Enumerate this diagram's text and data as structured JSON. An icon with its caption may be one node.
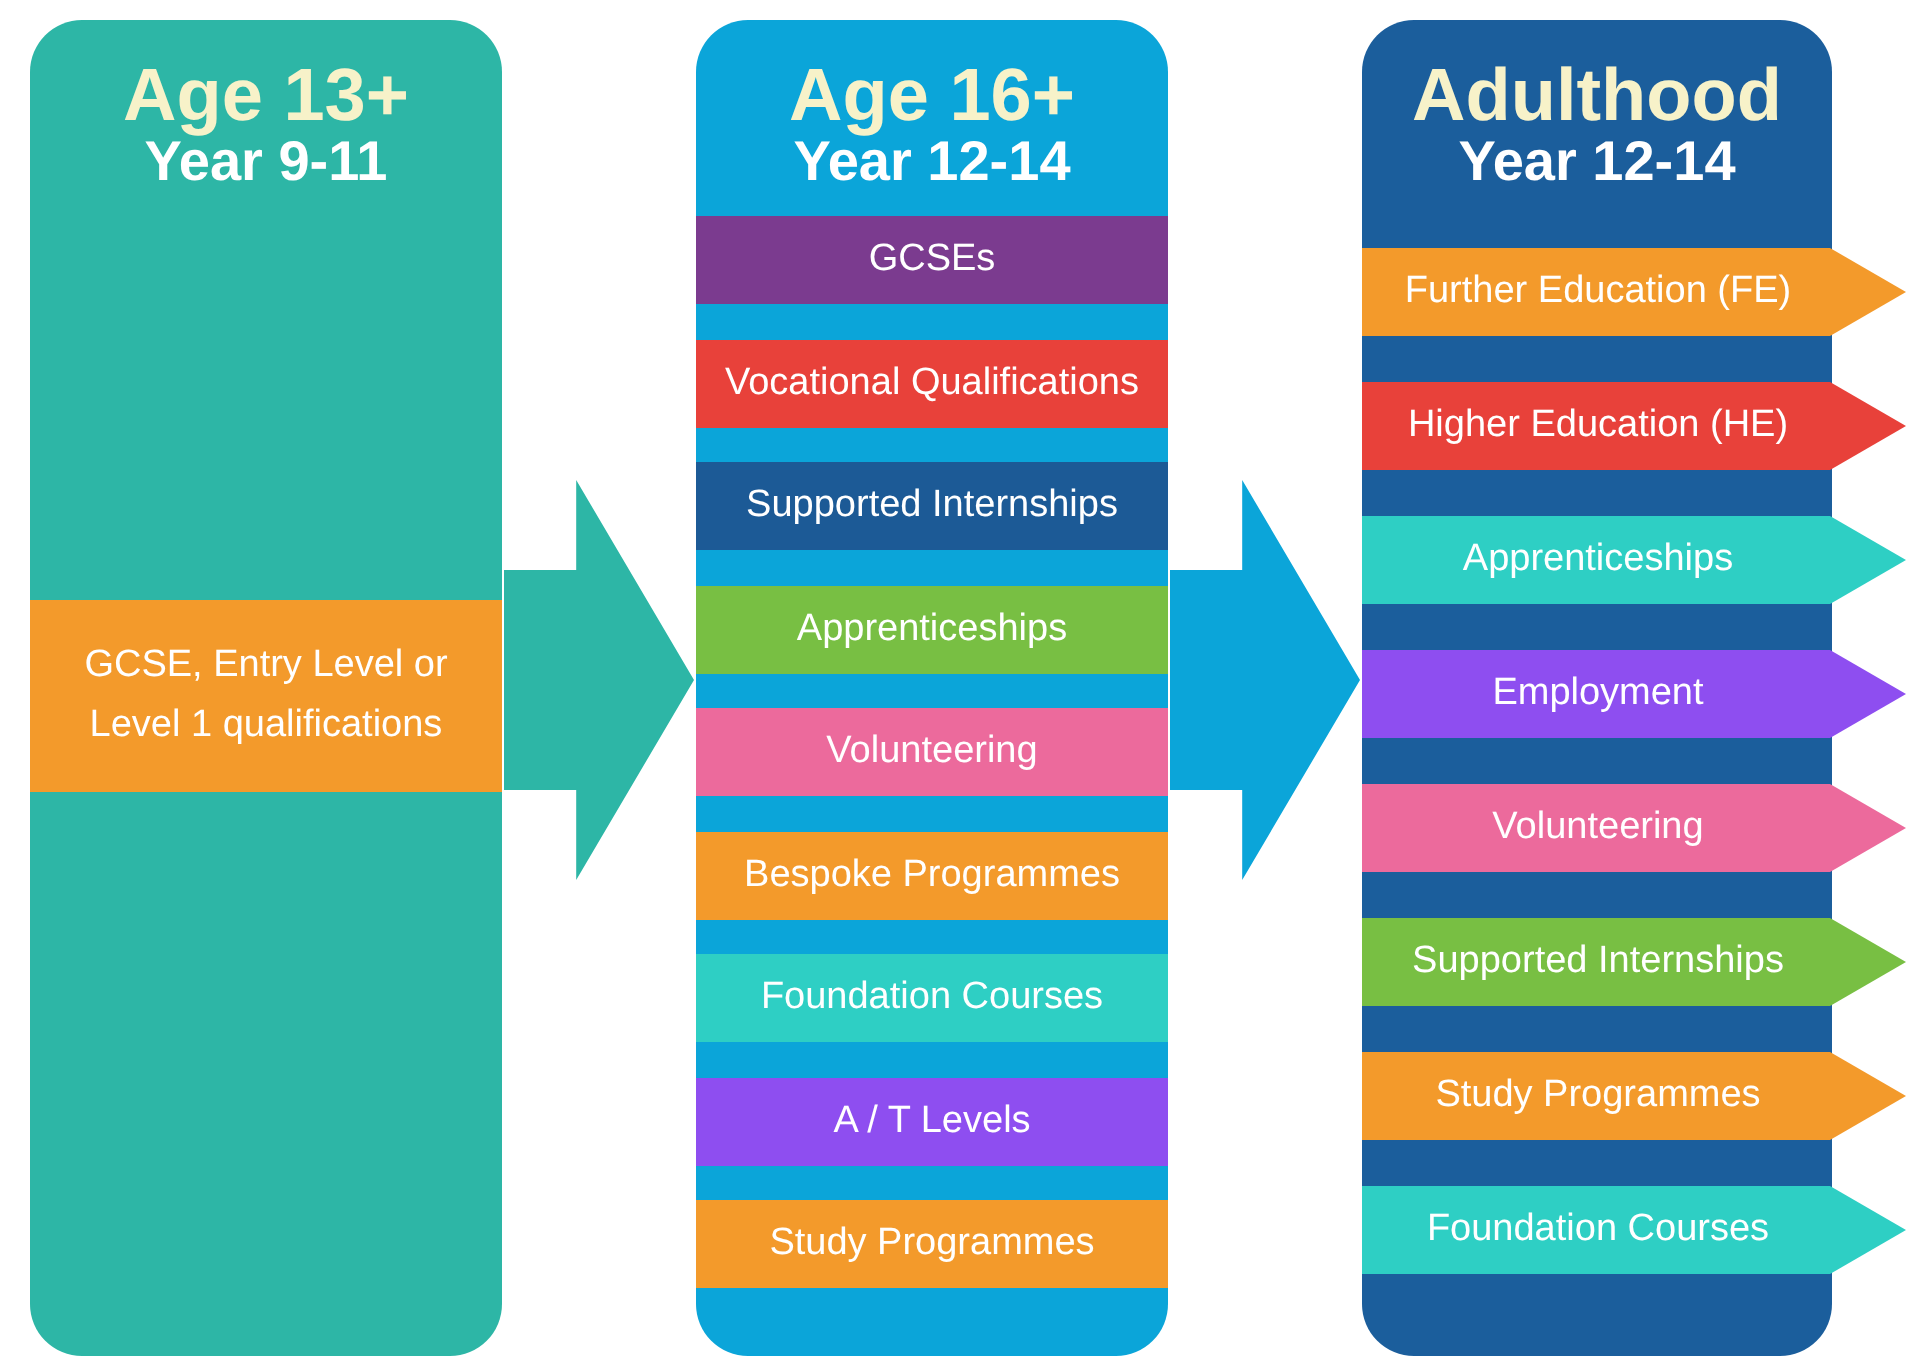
{
  "diagram": {
    "nodes": [
      {
        "text": [
          "Age 13+",
          "Year 9-11"
        ]
      },
      {
        "text": [
          "GCSE, Entry Level or Level 1 qualifications"
        ],
        "in": 0
      },
      {
        "text": [
          "Age 16+",
          "Year 12-14"
        ]
      },
      {
        "text": [
          "GCSEs"
        ],
        "in": 2
      },
      {
        "text": [
          "Vocational Qualifications"
        ],
        "in": 2
      },
      {
        "text": [
          "Supported Internships"
        ],
        "in": 2
      },
      {
        "text": [
          "Apprenticeships"
        ],
        "in": 2
      },
      {
        "text": [
          "Volunteering"
        ],
        "in": 2
      },
      {
        "text": [
          "Bespoke Programmes"
        ],
        "in": 2
      },
      {
        "text": [
          "Foundation Courses"
        ],
        "in": 2
      },
      {
        "text": [
          "A / T Levels"
        ],
        "in": 2
      },
      {
        "text": [
          "Study Programmes"
        ],
        "in": 2
      },
      {
        "text": [
          "Adulthood",
          "Year 12-14"
        ]
      },
      {
        "text": [
          "Further Education (FE)"
        ],
        "in": 12
      },
      {
        "text": [
          "Higher Education (HE)"
        ],
        "in": 12
      },
      {
        "text": [
          "Apprenticeships"
        ],
        "in": 12
      },
      {
        "text": [
          "Employment"
        ],
        "in": 12
      },
      {
        "text": [
          "Volunteering"
        ],
        "in": 12
      },
      {
        "text": [
          "Supported Internships"
        ],
        "in": 12
      },
      {
        "text": [
          "Study Programmes"
        ],
        "in": 12
      },
      {
        "text": [
          "Foundation Courses"
        ],
        "in": 12
      }
    ],
    "edges": [
      {
        "from": 0,
        "to": 2,
        "arrow": "to",
        "style": "thick",
        "color": "#2db6a6"
      },
      {
        "from": 2,
        "to": 12,
        "arrow": "to",
        "style": "thick",
        "color": "#0ba5d9"
      }
    ]
  }
}
